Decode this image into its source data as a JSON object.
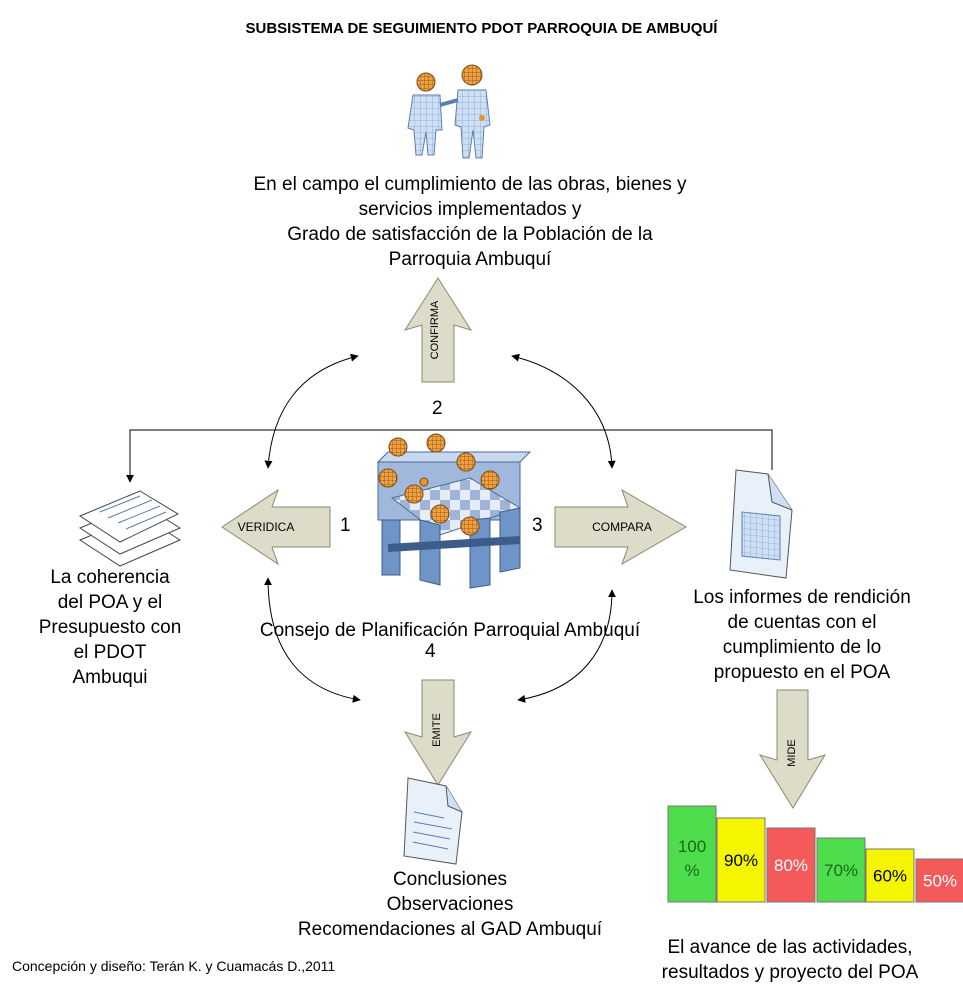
{
  "title": "SUBSISTEMA DE SEGUIMIENTO PDOT PARROQUIA DE AMBUQUÍ",
  "top_text": [
    "En el campo el cumplimiento de las obras, bienes y",
    "servicios implementados  y",
    "Grado de satisfacción de la Población de la",
    "Parroquia Ambuquí"
  ],
  "left_text": [
    "La coherencia",
    "del POA y el",
    "Presupuesto con",
    "el PDOT",
    "Ambuqui"
  ],
  "right_text": [
    "Los informes de rendición",
    "de cuentas con el",
    "cumplimiento de lo",
    "propuesto en el POA"
  ],
  "center_text": "Consejo de Planificación Parroquial Ambuquí",
  "bottom_text": [
    "Conclusiones",
    "Observaciones",
    "Recomendaciones al GAD Ambuquí"
  ],
  "foot_text": [
    "El avance de las  actividades,",
    "resultados y proyecto del POA"
  ],
  "credit": "Concepción y diseño: Terán K. y Cuamacás D.,2011",
  "arrows": {
    "confirma": "CONFIRMA",
    "veridica": "VERIDICA",
    "compara": "COMPARA",
    "emite": "EMITE",
    "mide": "MIDE"
  },
  "numbers": {
    "n1": "1",
    "n2": "2",
    "n3": "3",
    "n4": "4"
  },
  "bars": [
    {
      "label": "100 %",
      "color": "#4ddd4d"
    },
    {
      "label": "90%",
      "color": "#f5f500"
    },
    {
      "label": "80%",
      "color": "#f55a5a"
    },
    {
      "label": "70%",
      "color": "#4ddd4d"
    },
    {
      "label": "60%",
      "color": "#f5f500"
    },
    {
      "label": "50%",
      "color": "#f55a5a"
    }
  ],
  "colors": {
    "arrow_fill": "#dcdcc8",
    "figure": "#8ab0dd",
    "head": "#e8952a"
  }
}
